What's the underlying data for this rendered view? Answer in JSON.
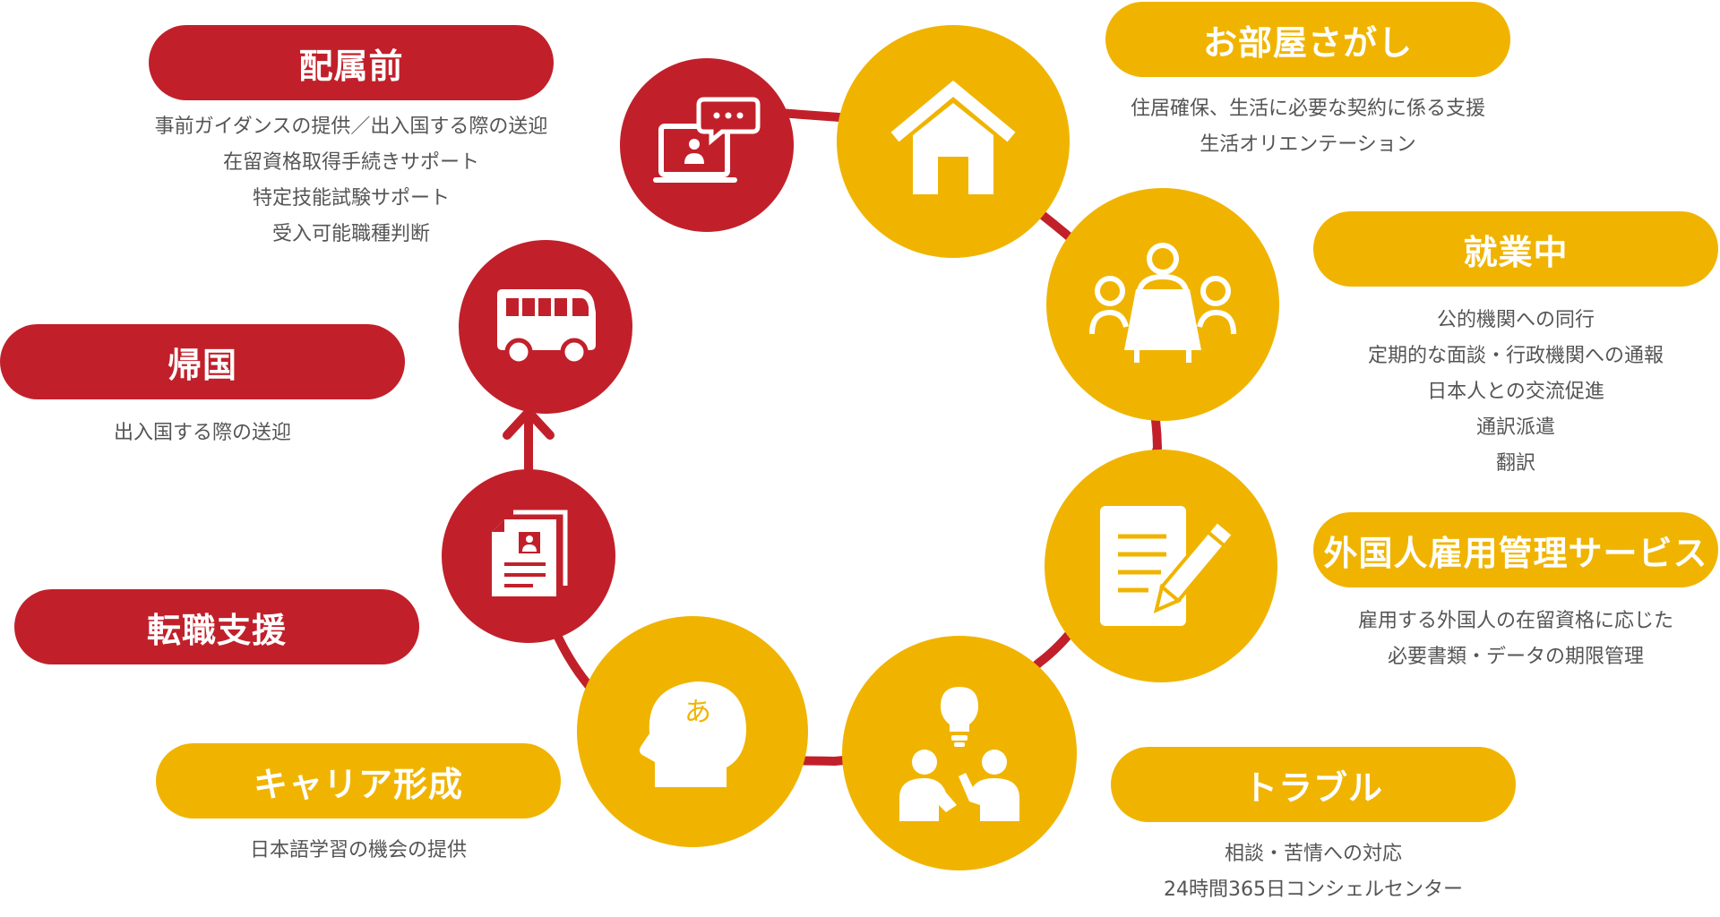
{
  "colors": {
    "red": "#c1202a",
    "yellow": "#f0b400",
    "text": "#555555",
    "white": "#ffffff"
  },
  "stages": {
    "before": {
      "title": "配属前",
      "lines": [
        "事前ガイダンスの提供／出入国する際の送迎",
        "在留資格取得手続きサポート",
        "特定技能試験サポート",
        "受入可能職種判断"
      ],
      "icon": "online-meeting-icon"
    },
    "housing": {
      "title": "お部屋さがし",
      "lines": [
        "住居確保、生活に必要な契約に係る支援",
        "生活オリエンテーション"
      ],
      "icon": "house-icon"
    },
    "working": {
      "title": "就業中",
      "lines": [
        "公的機関への同行",
        "定期的な面談・行政機関への通報",
        "日本人との交流促進",
        "通訳派遣",
        "翻訳"
      ],
      "icon": "meeting-icon"
    },
    "management": {
      "title": "外国人雇用管理サービス",
      "lines": [
        "雇用する外国人の在留資格に応じた",
        "必要書類・データの期限管理"
      ],
      "icon": "document-pen-icon"
    },
    "trouble": {
      "title": "トラブル",
      "lines": [
        "相談・苦情への対応",
        "24時間365日コンシェルセンター"
      ],
      "icon": "consultation-icon"
    },
    "career": {
      "title": "キャリア形成",
      "lines": [
        "日本語学習の機会の提供"
      ],
      "icon": "head-language-icon",
      "icon_char": "あ"
    },
    "job_change": {
      "title": "転職支援",
      "lines": [],
      "icon": "resume-icon"
    },
    "return": {
      "title": "帰国",
      "lines": [
        "出入国する際の送迎"
      ],
      "icon": "bus-icon"
    }
  }
}
